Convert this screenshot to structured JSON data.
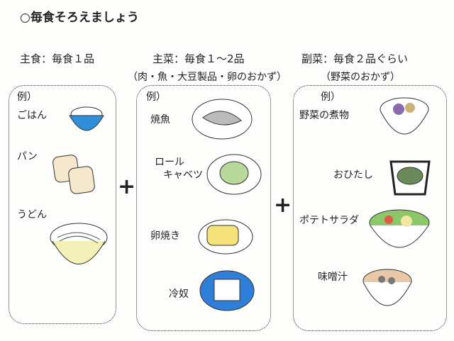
{
  "title": "○毎食そろえましょう",
  "columns": [
    {
      "heading": "主食：毎食１品",
      "note": "",
      "example": "例）",
      "items": [
        "ごはん",
        "パン",
        "うどん"
      ]
    },
    {
      "heading": "主菜：毎食１～2品",
      "note": "（肉・魚・大豆製品・卵のおかず）",
      "example": "例）",
      "items": [
        "焼魚",
        "ロール",
        "キャベツ",
        "卵焼き",
        "冷奴"
      ]
    },
    {
      "heading": "副菜：毎食２品ぐらい",
      "note": "（野菜のおかず）",
      "example": "例）",
      "items": [
        "野菜の煮物",
        "おひたし",
        "ポテトサラダ",
        "味噌汁"
      ]
    }
  ],
  "plus": "+"
}
